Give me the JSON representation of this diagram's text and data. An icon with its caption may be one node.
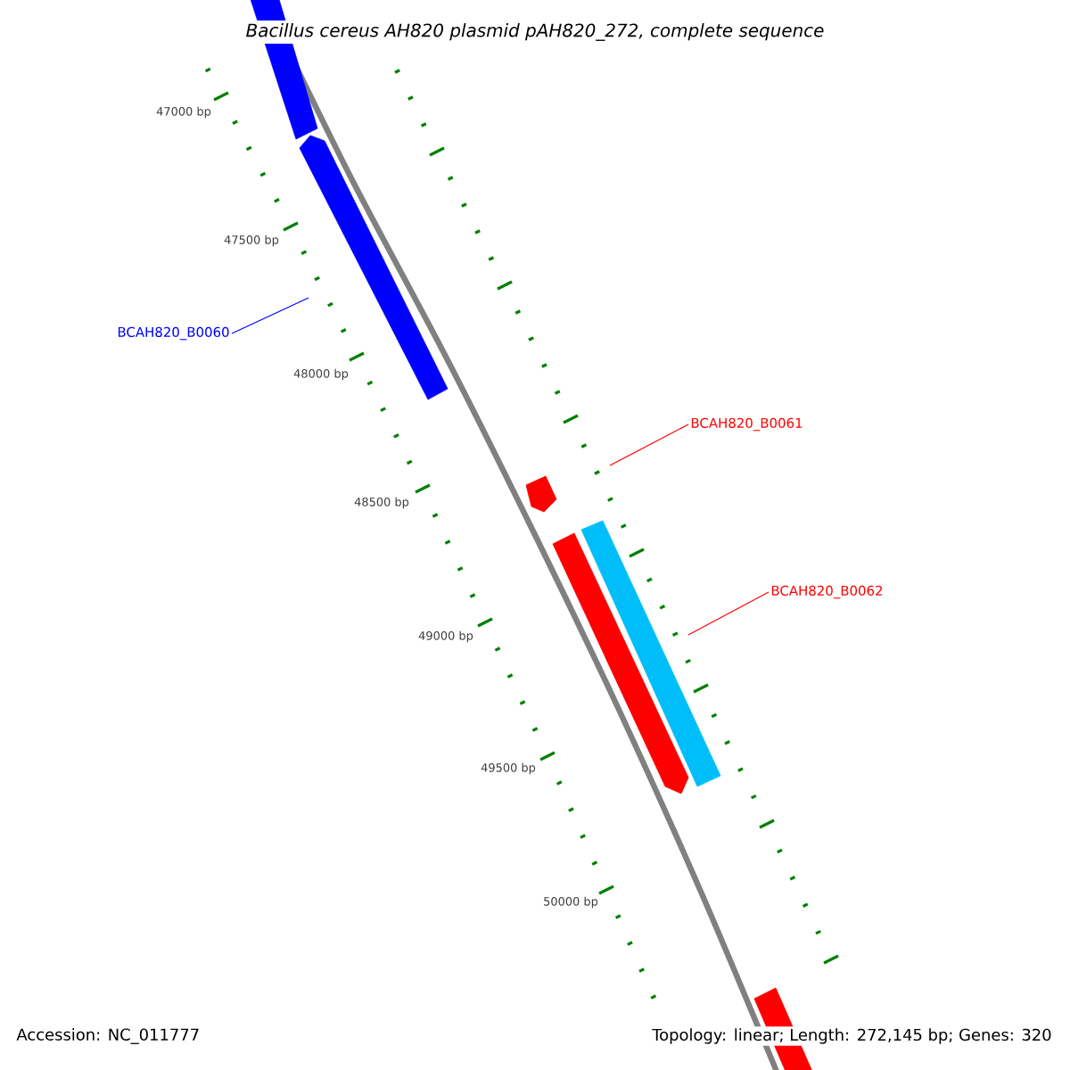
{
  "diagram": {
    "title": "Bacillus cereus AH820 plasmid pAH820_272, complete sequence",
    "nodes": [
      {
        "text": [
          "BCAH820_B0060"
        ]
      },
      {
        "text": [
          "BCAH820_B0061"
        ]
      },
      {
        "text": [
          "BCAH820_B0062"
        ]
      }
    ],
    "edges": [
      {
        "from": 0,
        "to": null,
        "arrow": "none",
        "color": "#0000ff"
      },
      {
        "from": 1,
        "to": null,
        "arrow": "none",
        "color": "#ff0000"
      },
      {
        "from": 2,
        "to": null,
        "arrow": "none",
        "color": "#ff0000"
      }
    ],
    "labels": [
      "47000 bp",
      "47500 bp",
      "48000 bp",
      "48500 bp",
      "49000 bp",
      "49500 bp",
      "50000 bp",
      "Accession: NC_011777",
      "Topology: linear; Length: 272,145 bp; Genes: 320"
    ]
  }
}
